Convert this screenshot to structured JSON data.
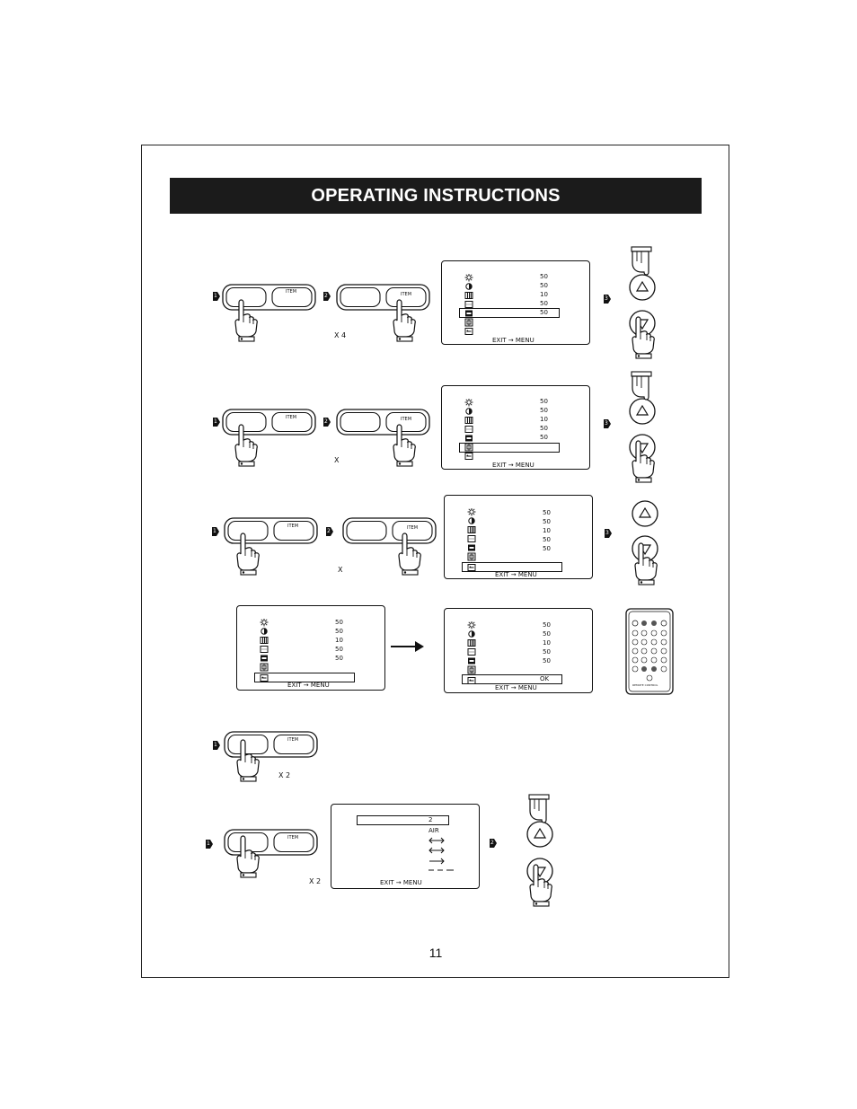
{
  "header": {
    "title": "OPERATING INSTRUCTIONS"
  },
  "page_number": "11",
  "labels": {
    "item": "ITEM",
    "exit_menu": "EXIT → MENU",
    "ok": "OK",
    "remote_caption": "REMOTE CONTROL"
  },
  "steps": [
    "1",
    "2",
    "3"
  ],
  "multipliers": {
    "row1": "X 4",
    "row2": "X",
    "row3": "X",
    "row5": "X 2",
    "row6": "X 2"
  },
  "osd_values": [
    "50",
    "50",
    "10",
    "50",
    "50"
  ],
  "osd_channel": {
    "value": "2",
    "air": "AIR"
  },
  "icons": [
    "brightness-icon",
    "contrast-icon",
    "color-bars-icon",
    "tint-icon",
    "sharpness-icon",
    "position-icon",
    "reset-icon"
  ]
}
